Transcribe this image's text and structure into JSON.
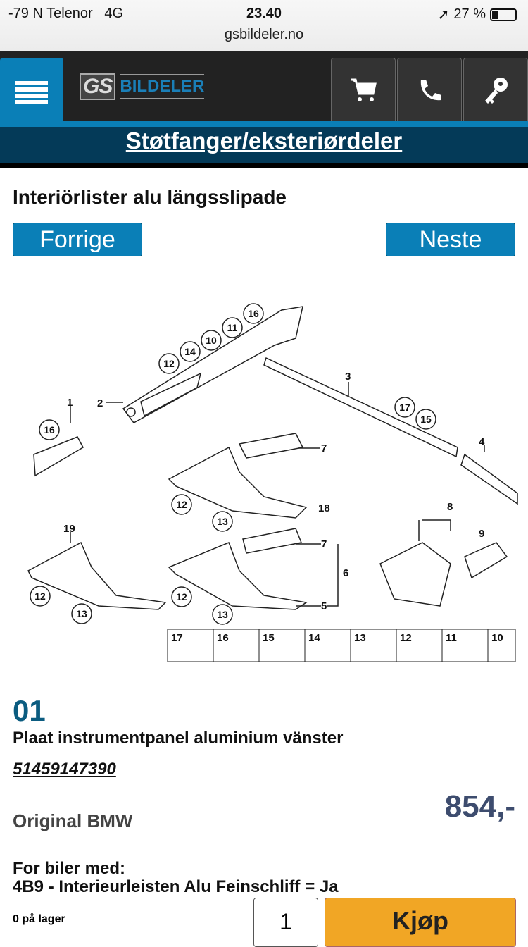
{
  "status": {
    "carrier": "-79 N Telenor   4G",
    "time": "23.40",
    "url": "gsbildeler.no",
    "battery": "27 %"
  },
  "header": {
    "logo_gs": "GS",
    "logo_text": "BILDELER",
    "category": "Støtfanger/eksteriørdeler"
  },
  "page": {
    "title": "Interiörlister alu längsslipade",
    "prev": "Forrige",
    "next": "Neste"
  },
  "diagram": {
    "callouts": [
      "1",
      "2",
      "3",
      "4",
      "5",
      "6",
      "7",
      "7",
      "8",
      "9",
      "10",
      "11",
      "12",
      "12",
      "12",
      "12",
      "13",
      "13",
      "13",
      "14",
      "15",
      "16",
      "16",
      "17",
      "18",
      "19"
    ],
    "legend": [
      "17",
      "16",
      "15",
      "14",
      "13",
      "12",
      "11",
      "10"
    ]
  },
  "product": {
    "number": "01",
    "name": "Plaat instrumentpanel aluminium vänster",
    "part_no": "51459147390",
    "price": "854,-",
    "brand": "Original BMW",
    "for_label": "For biler med:",
    "for_value": "4B9 - Interieurleisten Alu Feinschliff = Ja",
    "stock": "0 på lager",
    "qty": "1",
    "buy": "Kjøp"
  }
}
